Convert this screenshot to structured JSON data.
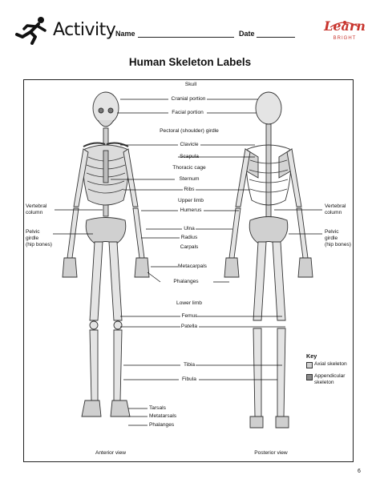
{
  "header": {
    "activity": "Activity",
    "name_label": "Name",
    "date_label": "Date",
    "logo_text": "Learn",
    "logo_subtext": "BRIGHT"
  },
  "title": "Human Skeleton Labels",
  "labels": {
    "skull": "Skull",
    "cranial": "Cranial portion",
    "facial": "Facial portion",
    "pectoral": "Pectoral (shoulder) girdle",
    "clavicle": "Clavicle",
    "scapula": "Scapula",
    "thoracic": "Thoracic cage",
    "sternum": "Sternum",
    "ribs": "Ribs",
    "upper_limb": "Upper limb",
    "humerus": "Humerus",
    "ulna": "Ulna",
    "radius": "Radius",
    "carpals": "Carpals",
    "metacarpals": "Metacarpals",
    "phalanges_hand": "Phalanges",
    "lower_limb": "Lower limb",
    "femur": "Femur",
    "patella": "Patella",
    "tibia": "Tibia",
    "fibula": "Fibula",
    "tarsals": "Tarsals",
    "metatarsals": "Metatarsals",
    "phalanges_foot": "Phalanges",
    "vertebral_left_1": "Vertebral",
    "vertebral_left_2": "column",
    "vertebral_right_1": "Vertebral",
    "vertebral_right_2": "column",
    "pelvic_left_1": "Pelvic",
    "pelvic_left_2": "girdle",
    "pelvic_left_3": "(hip bones)",
    "pelvic_right_1": "Pelvic",
    "pelvic_right_2": "girdle",
    "pelvic_right_3": "(hip bones)",
    "anterior": "Anterior view",
    "posterior": "Posterior view"
  },
  "key": {
    "title": "Key",
    "axial": "Axial skeleton",
    "appendicular_1": "Appendicular",
    "appendicular_2": "skeleton",
    "axial_color": "#cfcfcf",
    "appendicular_color": "#8a8a8a"
  },
  "page_number": "6"
}
